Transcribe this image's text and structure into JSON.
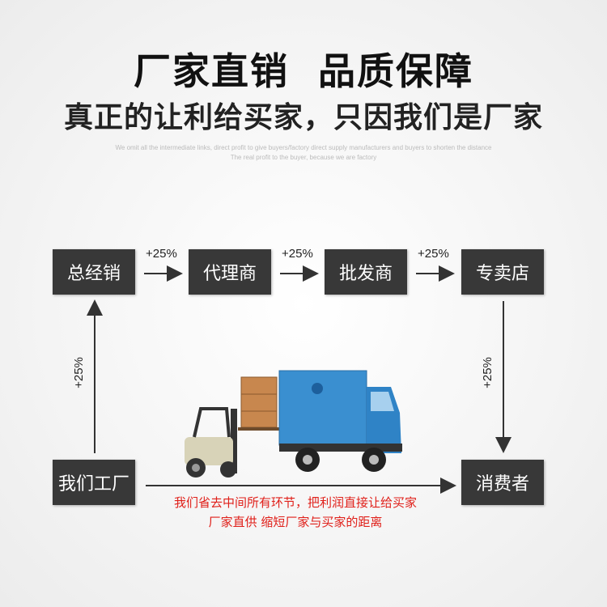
{
  "header": {
    "title": "厂家直销  品质保障",
    "subtitle": "真正的让利给买家，只因我们是厂家",
    "english_line1": "We omit all the intermediate links, direct profit to give buyers/factory direct supply manufacturers and buyers to shorten the distance",
    "english_line2": "The real profit to the buyer, because we are factory"
  },
  "flow": {
    "general_distributor": "总经销",
    "agent": "代理商",
    "wholesaler": "批发商",
    "retail_store": "专卖店",
    "our_factory": "我们工厂",
    "consumer": "消费者",
    "markup": "+25%"
  },
  "note": {
    "line1": "我们省去中间所有环节，把利润直接让给买家",
    "line2": "厂家直供 缩短厂家与买家的距离"
  },
  "colors": {
    "box": "#383838",
    "note": "#e0201a",
    "truck": "#3a8fd0"
  }
}
